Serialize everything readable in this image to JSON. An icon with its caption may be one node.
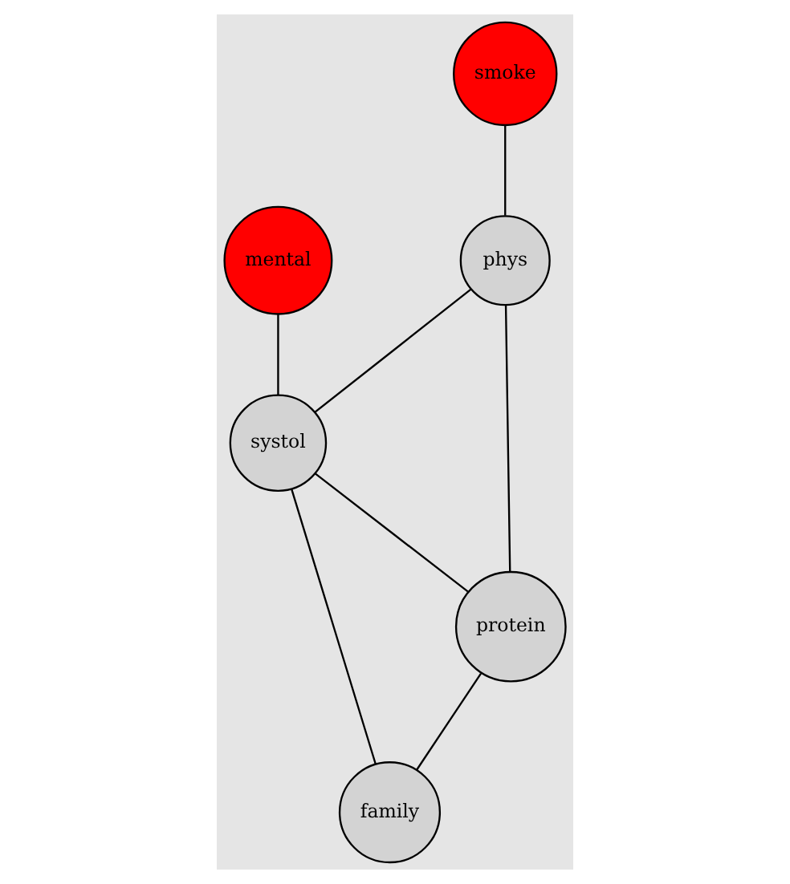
{
  "diagram": {
    "nodes": [
      {
        "text": [
          "smoke"
        ]
      },
      {
        "text": [
          "mental"
        ]
      },
      {
        "text": [
          "phys"
        ]
      },
      {
        "text": [
          "systol"
        ]
      },
      {
        "text": [
          "protein"
        ]
      },
      {
        "text": [
          "family"
        ]
      }
    ],
    "edges": [
      {
        "from": 0,
        "to": 2,
        "arrow": "none"
      },
      {
        "from": 1,
        "to": 3,
        "arrow": "none"
      },
      {
        "from": 2,
        "to": 3,
        "arrow": "none"
      },
      {
        "from": 2,
        "to": 4,
        "arrow": "none"
      },
      {
        "from": 3,
        "to": 4,
        "arrow": "none"
      },
      {
        "from": 3,
        "to": 5,
        "arrow": "none"
      },
      {
        "from": 4,
        "to": 5,
        "arrow": "none"
      }
    ]
  }
}
